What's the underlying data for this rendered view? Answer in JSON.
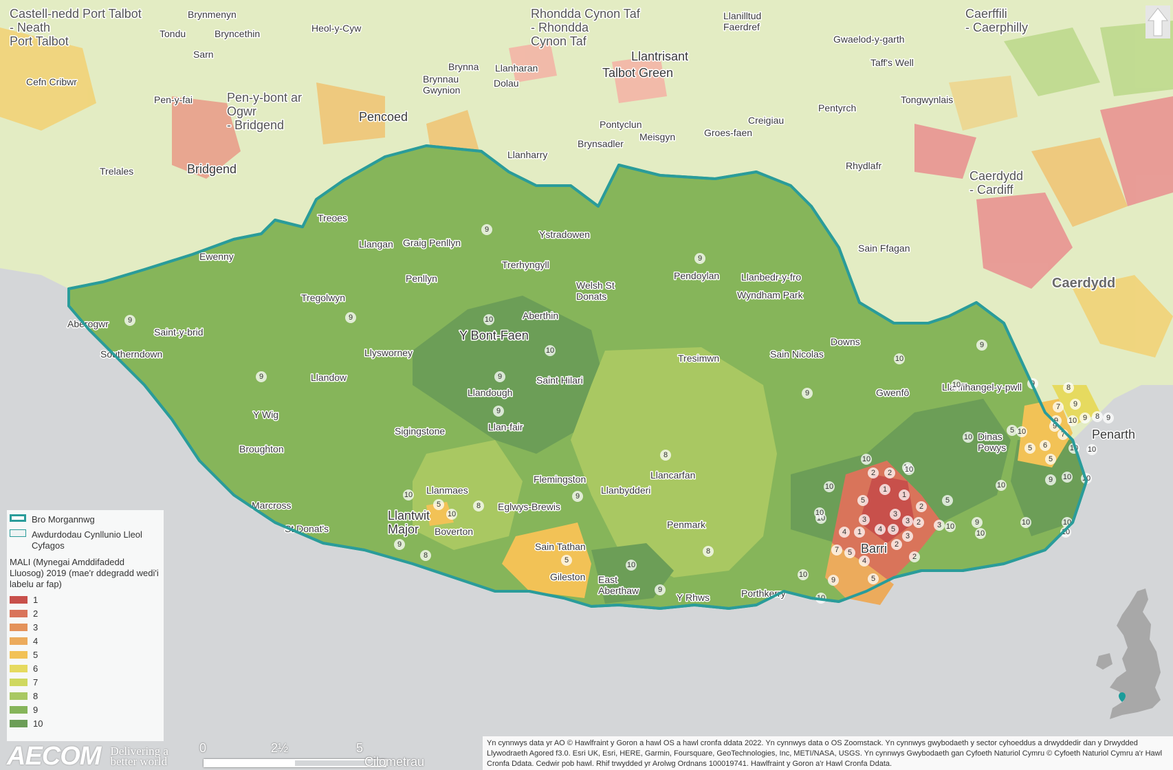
{
  "map": {
    "region_name": "Bro Morgannwg",
    "decile_colors": {
      "1": "#c8504b",
      "2": "#d9745a",
      "3": "#e4925a",
      "4": "#ecab5c",
      "5": "#f2c256",
      "6": "#e6da5f",
      "7": "#cfd85f",
      "8": "#a9c862",
      "9": "#86b55a",
      "10": "#6c9e57"
    }
  },
  "places": {
    "neath_port_talbot": "Castell-nedd Port Talbot - Neath Port Talbot",
    "rhondda": "Rhondda Cynon Taf - Rhondda Cynon Taf",
    "caerphilly": "Caerffili - Caerphilly",
    "bridgend_region": "Pen-y-bont ar Ogwr - Bridgend",
    "cardiff_region": "Caerdydd - Cardiff",
    "brynmenyn": "Brynmenyn",
    "tondu": "Tondu",
    "bryncethin": "Bryncethin",
    "sarn": "Sarn",
    "heol_y_cyw": "Heol-y-Cyw",
    "cefn_cribwr": "Cefn Cribwr",
    "pen_y_fai": "Pen-y-fai",
    "pencoed": "Pencoed",
    "bridgend": "Bridgend",
    "trelales": "Trelales",
    "brynna": "Brynna",
    "brynnau_gwynion": "Brynnau Gwynion",
    "llanharan": "Llanharan",
    "dolau": "Dolau",
    "llanilltud_faerdref": "Llanilltud Faerdref",
    "llantrisant": "Llantrisant",
    "talbot_green": "Talbot Green",
    "pontyclun": "Pontyclun",
    "meisgyn": "Meisgyn",
    "brynsadler": "Brynsadler",
    "groes_faen": "Groes-faen",
    "creigiau": "Creigiau",
    "llanharry": "Llanharry",
    "gwaelod_y_garth": "Gwaelod-y-garth",
    "taffs_well": "Taff's Well",
    "tongwynlais": "Tongwynlais",
    "pentyrch": "Pentyrch",
    "rhydlafr": "Rhydlafr",
    "sain_ffagan": "Sain Ffagan",
    "caerdydd": "Caerdydd",
    "treoes": "Treoes",
    "ewenny": "Ewenny",
    "llangan": "Llangan",
    "graig_penllyn": "Graig Penllyn",
    "ystradowen": "Ystradowen",
    "trerhyngyll": "Trerhyngyll",
    "penllyn": "Penllyn",
    "welsh_st_donats": "Welsh St Donats",
    "pendoylan": "Pendoylan",
    "llanbedr": "Llanbedr-y-fro",
    "wyndham_park": "Wyndham Park",
    "tregolwyn": "Tregolwyn",
    "aberogwr": "Aberogwr",
    "saint_y_brid": "Saint-y-brid",
    "southerndown": "Southerndown",
    "aberthin": "Aberthin",
    "y_bont_faen": "Y Bont-Faen",
    "llysworney": "Llysworney",
    "tresimwn": "Tresimwn",
    "sain_nicolas": "Sain Nicolas",
    "downs": "Downs",
    "llandow": "Llandow",
    "saint_hilari": "Saint Hilari",
    "llandough": "Llandough",
    "gwenfo": "Gwenfô",
    "llanfihangel": "Llanfihangel-y-pwll",
    "y_wig": "Y Wig",
    "sigingstone": "Sigingstone",
    "llan_fair": "Llan-fair",
    "broughton": "Broughton",
    "dinas_powys": "Dinas Powys",
    "penarth": "Penarth",
    "flemingston": "Flemingston",
    "llancarfan": "Llancarfan",
    "llanmaes": "Llanmaes",
    "llanbydderi": "Llanbydderi",
    "marcross": "Marcross",
    "eglwys_brewis": "Eglwys-Brewis",
    "llantwit_major": "Llantwit Major",
    "st_donats": "St Donat's",
    "boverton": "Boverton",
    "penmark": "Penmark",
    "sain_tathan": "Sain Tathan",
    "barri": "Barri",
    "gileston": "Gileston",
    "east_aberthaw": "East Aberthaw",
    "y_rhws": "Y Rhws",
    "porthkerry": "Porthkerry"
  },
  "decile_labels": [
    "9",
    "9",
    "9",
    "10",
    "10",
    "9",
    "9",
    "10",
    "10",
    "9",
    "9",
    "9",
    "9",
    "9",
    "8",
    "10",
    "8",
    "10",
    "9",
    "8",
    "10",
    "5",
    "10",
    "9",
    "8",
    "5",
    "8",
    "10",
    "9",
    "10",
    "10",
    "10",
    "10",
    "9",
    "5",
    "10",
    "2",
    "2",
    "10",
    "1",
    "1",
    "5",
    "2",
    "5",
    "3",
    "3",
    "3",
    "2",
    "3",
    "4",
    "1",
    "4",
    "5",
    "3",
    "2",
    "2",
    "7",
    "5",
    "4",
    "9",
    "5",
    "7",
    "9",
    "10",
    "9",
    "8",
    "9",
    "9",
    "7",
    "9",
    "10",
    "6",
    "5",
    "5",
    "10",
    "10",
    "9",
    "10",
    "10",
    "10",
    "10",
    "10",
    "10",
    "10",
    "10",
    "10"
  ],
  "legend": {
    "boundary_label": "Bro Morgannwg",
    "neighbours_label": "Awdurdodau Cynllunio Lleol Cyfagos",
    "title": "MALI (Mynegai Amddifadedd Lluosog) 2019 (mae'r ddegradd wedi'i labelu ar fap)",
    "classes": [
      "1",
      "2",
      "3",
      "4",
      "5",
      "6",
      "7",
      "8",
      "9",
      "10"
    ]
  },
  "footer": {
    "logo": "AECOM",
    "tagline_line1": "Delivering a",
    "tagline_line2": "better world",
    "scale_0": "0",
    "scale_mid": "2½",
    "scale_5": "5",
    "scale_unit": "Cilometrau",
    "attribution": "Yn cynnwys data yr AO © Hawlfraint y Goron a hawl OS a hawl cronfa ddata 2022. Yn cynnwys data o OS Zoomstack. Yn cynnwys gwybodaeth y sector cyhoeddus a drwyddedir dan y Drwydded Llywodraeth Agored f3.0. Esri UK, Esri, HERE, Garmin, Foursquare, GeoTechnologies, Inc, METI/NASA, USGS. Yn cynnwys Gwybodaeth gan Cyfoeth Naturiol Cymru © Cyfoeth Naturiol Cymru a'r Hawl Cronfa Ddata. Cedwir pob hawl. Rhif trwydded yr Arolwg Ordnans 100019741. Hawlfraint y Goron a'r Hawl Cronfa Ddata."
  }
}
